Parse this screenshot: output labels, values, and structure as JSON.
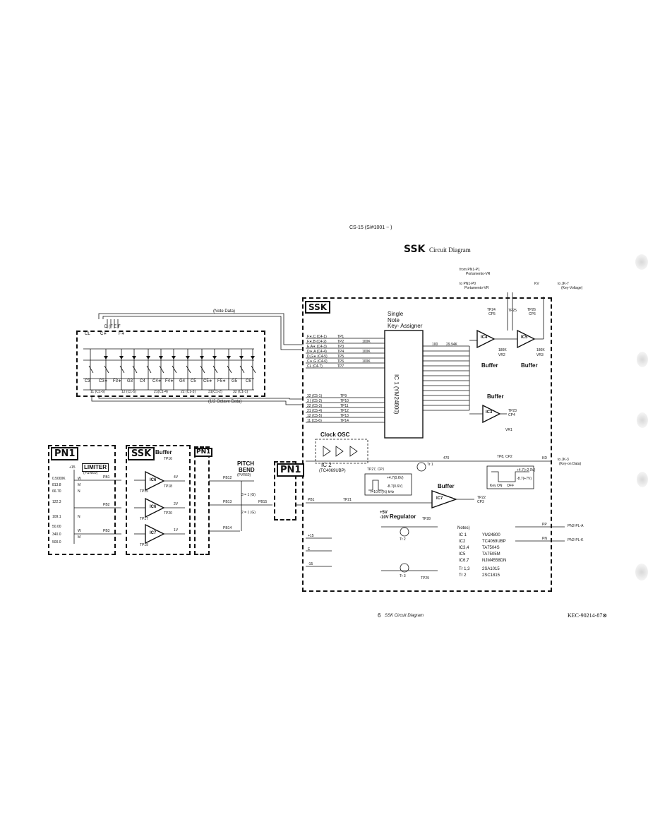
{
  "header": {
    "model": "CS-15 (S/#1001 ~ )",
    "title_main": "SSK",
    "title_sub": "Circuit Diagram"
  },
  "footer": {
    "page_number": "6",
    "page_caption": "SSK Circuit Diagram",
    "doc_code": "KEC-90214-87⊗"
  },
  "ssk_main": {
    "label": "SSK",
    "single_note": [
      "Single",
      "Note",
      "Key- Assigner"
    ],
    "ic1_label": "IC 1  (YM24800)",
    "from_pn1": [
      "from PN1-P1",
      "Portamento-VR"
    ],
    "to_pn1": [
      "to PN1-P0",
      "Portamento-VR"
    ],
    "to_jk7": [
      "to JK-7",
      "(Key-Voltage)"
    ],
    "to_jk3": [
      "to JK-3",
      "(Key-on Data)"
    ],
    "tp_left": [
      "TP1",
      "TP2",
      "TP3",
      "TP4",
      "TP5",
      "TP6",
      "TP7"
    ],
    "tp_mid": [
      "TP9",
      "TP10",
      "TP11",
      "TP12",
      "TP13",
      "TP14"
    ],
    "pin_notes": [
      "F∗,C (C4-1)",
      "F∗,B (C4-2)",
      "E,A∗ (C4-3)",
      "D∗,A (C4-4)",
      "D,G∗ (C4-5)",
      "C∗,G (C4-6)",
      "CL (C4-7)"
    ],
    "pin_octaves": [
      "32 (C5-1)",
      "3 | (C5-2)",
      "22 (C5-3)",
      "21 (C5-4)",
      "12 (C5-5)",
      "11 (C5-6)"
    ],
    "resistor_100k": "100K",
    "resistor_net": [
      "100",
      "29.94K"
    ],
    "buffer": "Buffer",
    "ic4": "IC4",
    "ic5": "IC5",
    "ic3": "IC3",
    "ic7": "IC7",
    "vr2": "VR2",
    "vr3": "VR3",
    "vr1": "VR1",
    "r_180k": "180K",
    "tp24_cp5": [
      "TP24",
      "CP5"
    ],
    "tp25": "TP25",
    "tp26_cp6": [
      "TP26",
      "CP6"
    ],
    "tp23_cp4": [
      "TP23",
      "CP4"
    ],
    "tp22_cp3": [
      "TP22",
      "CP3"
    ],
    "tp8_cp2": "TP8, CP2",
    "clock_osc": "Clock OSC",
    "ic2": [
      "IC 2",
      "(TC4069UBP)"
    ],
    "tp27_cp1": "TP27, CP1",
    "clk_volts": [
      "+4.7(0.6V)",
      "-8.7(0.6V)",
      "f=10.6 (%) kHz"
    ],
    "key_on": [
      "Key ON",
      "OFF"
    ],
    "key_volts": [
      "+4.7(+2.9V)",
      "-8.7(+7V)"
    ],
    "tp21": "TP21",
    "pb1": "PB1",
    "kd": "KD",
    "tr1": "Tr 1",
    "r470": "470",
    "regulator": [
      "+5V",
      "-10V",
      "Regulator"
    ],
    "tp28": "TP28",
    "tp29": "TP29",
    "tr3": "Tr 3",
    "tr2": "Tr 2",
    "rails": [
      "+15",
      "E",
      "-15"
    ],
    "notes_title": "Notes)",
    "notes": [
      [
        "IC 1",
        "YM24800"
      ],
      [
        "IC2",
        "TC4069UBP"
      ],
      [
        "IC3,4",
        "TA7504S"
      ],
      [
        "IC5",
        "TA7505M"
      ],
      [
        "IC6,7",
        "NJM4558DN"
      ],
      [
        "Tr 1,3",
        "2SA1015"
      ],
      [
        "Tr 2",
        "2SC1815"
      ]
    ],
    "pn2_a": "PN2-PL-A",
    "pn2_k": "PN2-PL-K",
    "pp": "PP",
    "pn": "PN",
    "kv": "KV"
  },
  "keyboard": {
    "note_data": "(Note Data)",
    "half_octave": "(1/2 Octave Data)",
    "top_labels": [
      "CL",
      "C∗",
      "F∗"
    ],
    "dfef": "D (F E F",
    "keys": [
      "C3",
      "C3∗",
      "F3∗",
      "G3",
      "C4",
      "C4∗",
      "F4∗",
      "G4",
      "C5",
      "C5∗",
      "F5∗",
      "G5",
      "C6"
    ],
    "octave_groups": [
      "11 (C1-6)",
      "12 (C1-5)",
      "21(C1-4)",
      "22 (C1-3)",
      "31(C1-2)",
      "32 (C1-1)"
    ]
  },
  "pn1_left": {
    "label": "PN1",
    "limiter": "LIMITER",
    "psw": "(PSW59)",
    "settings": [
      "0.5000K",
      "813.8",
      "66.70",
      "122.3",
      "109.1",
      "50.00",
      "340.0",
      "500.0"
    ],
    "positions": [
      "W",
      "M",
      "N",
      "W",
      "N",
      "M"
    ],
    "pb": [
      "PB1",
      "PB2",
      "PB3"
    ],
    "plus15": "+15"
  },
  "ssk_buffer": {
    "label": "SSK",
    "title": "Buffer",
    "ics": [
      "IC6",
      "IC6",
      "IC7"
    ],
    "tps": [
      "TP16",
      "TP18",
      "TP15",
      "TP17",
      "TP20",
      "TP19"
    ],
    "outputs": [
      "4V",
      "2V",
      "1V"
    ]
  },
  "pn1_right": {
    "label": "PN1",
    "pitch_bend": [
      "PITCH",
      "BEND",
      "(PVR60)"
    ],
    "pb_labels": [
      "PB12",
      "PB13",
      "PB14",
      "PB15"
    ],
    "ratios": [
      "3 = 1 (G)",
      "2 = 1 (G)"
    ]
  },
  "pn1_small": {
    "label": "PN1"
  }
}
